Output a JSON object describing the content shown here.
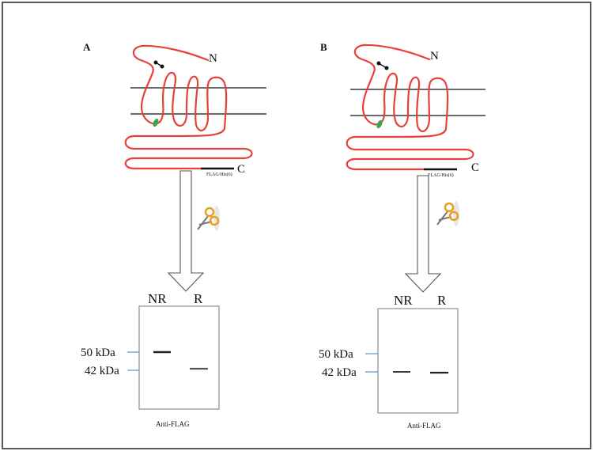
{
  "colors": {
    "protein": "#e8403b",
    "membrane": "#111111",
    "marker_tick": "#5b8fd6",
    "band": "#222222",
    "ss_bond": "#111111",
    "green_site": "#3aa64a",
    "scissor_handle": "#e8a01f"
  },
  "icons": [
    "scissors-icon",
    "down-arrow"
  ],
  "panels": [
    {
      "id": "A",
      "label": "A",
      "n_term": "N",
      "c_term": "C",
      "tag": "FLAG/His(6)",
      "lanes": [
        "NR",
        "R"
      ],
      "markers": [
        "50 kDa",
        "42 kDa"
      ],
      "antibody": "Anti-FLAG",
      "bands": [
        {
          "lane": "NR",
          "kda": 50
        },
        {
          "lane": "R",
          "kda": 42
        }
      ]
    },
    {
      "id": "B",
      "label": "B",
      "n_term": "N",
      "c_term": "C",
      "tag": "FLAG/His(6)",
      "lanes": [
        "NR",
        "R"
      ],
      "markers": [
        "50 kDa",
        "42 kDa"
      ],
      "antibody": "Anti-FLAG",
      "bands": [
        {
          "lane": "NR",
          "kda": 42
        },
        {
          "lane": "R",
          "kda": 42
        }
      ]
    }
  ]
}
